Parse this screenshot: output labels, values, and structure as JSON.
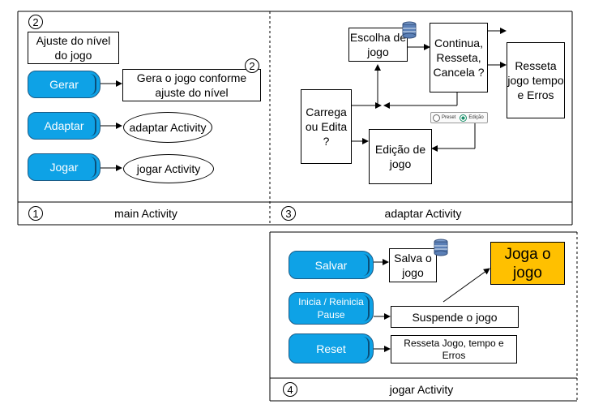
{
  "panels": {
    "main": {
      "number": "1",
      "title": "main Activity"
    },
    "adaptar": {
      "number": "3",
      "title": "adaptar Activity"
    },
    "jogar": {
      "number": "4",
      "title": "jogar Activity"
    }
  },
  "main": {
    "badge_top": "2",
    "ajuste": "Ajuste do nível do jogo",
    "gerar_button": "Gerar",
    "gera_box": "Gera o jogo conforme ajuste do nível",
    "gera_badge": "2",
    "adaptar_button": "Adaptar",
    "adaptar_ellipse": "adaptar Activity",
    "jogar_button": "Jogar",
    "jogar_ellipse": "jogar Activity"
  },
  "adaptar": {
    "escolha": "Escolha de jogo",
    "continua": "Continua, Resseta, Cancela ?",
    "resseta": "Resseta jogo tempo e Erros",
    "carrega": "Carrega ou Edita ?",
    "edicao": "Edição de jogo",
    "radio_preset": "Preset",
    "radio_edicao": "Edição"
  },
  "jogar": {
    "salvar_button": "Salvar",
    "salva_box": "Salva o jogo",
    "joga_box": "Joga o jogo",
    "inicia_button_line1": "Inicia / Reinicia",
    "inicia_button_line2": "Pause",
    "suspende_box": "Suspende o jogo",
    "reset_button": "Reset",
    "resseta_box": "Resseta Jogo, tempo e Erros"
  },
  "colors": {
    "button_blue": "#0ea2e6",
    "highlight_orange": "#ffc000",
    "database_blue": "#5a7fb6"
  },
  "icons": [
    "database-icon",
    "radio-button-icon",
    "arrow-icon"
  ]
}
